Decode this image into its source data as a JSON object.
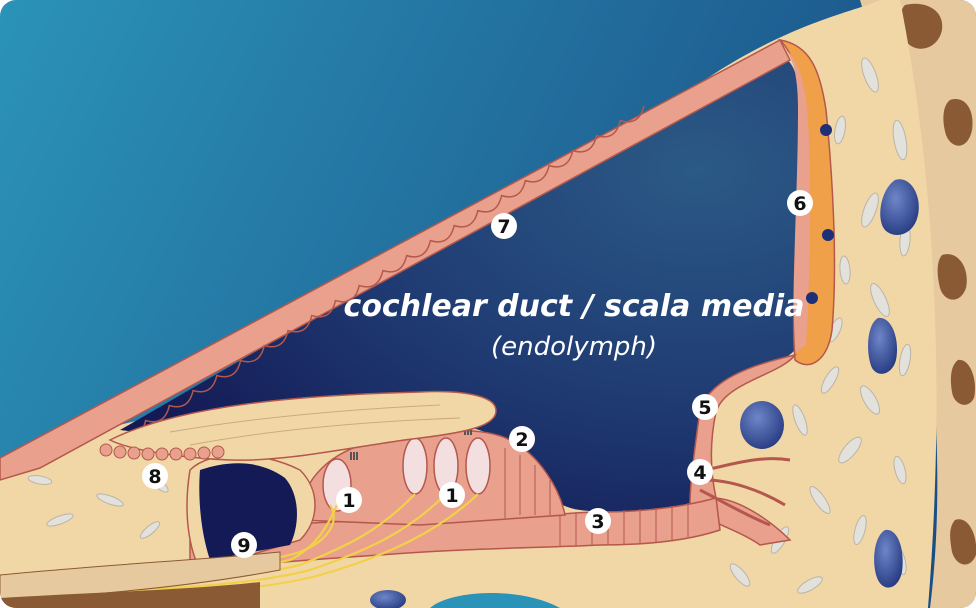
{
  "diagram": {
    "title": "cochlear duct / scala media",
    "subtitle": "(endolymph)",
    "labels": [
      "1",
      "1",
      "2",
      "3",
      "4",
      "5",
      "6",
      "7",
      "8",
      "9"
    ]
  },
  "colors": {
    "perilymph_light": "#2b93b8",
    "perilymph_dark": "#1a4f86",
    "endolymph_dark": "#141a55",
    "endolymph_light": "#2b5a86",
    "tissue": "#f2d7a6",
    "membrane": "#e9a08d",
    "membrane_stroke": "#b4584d",
    "stria_orange": "#f0a048",
    "bone_brown": "#8a5a34",
    "nerve_yellow": "#f2d14a",
    "vessel_blue": "#1c2f77"
  }
}
